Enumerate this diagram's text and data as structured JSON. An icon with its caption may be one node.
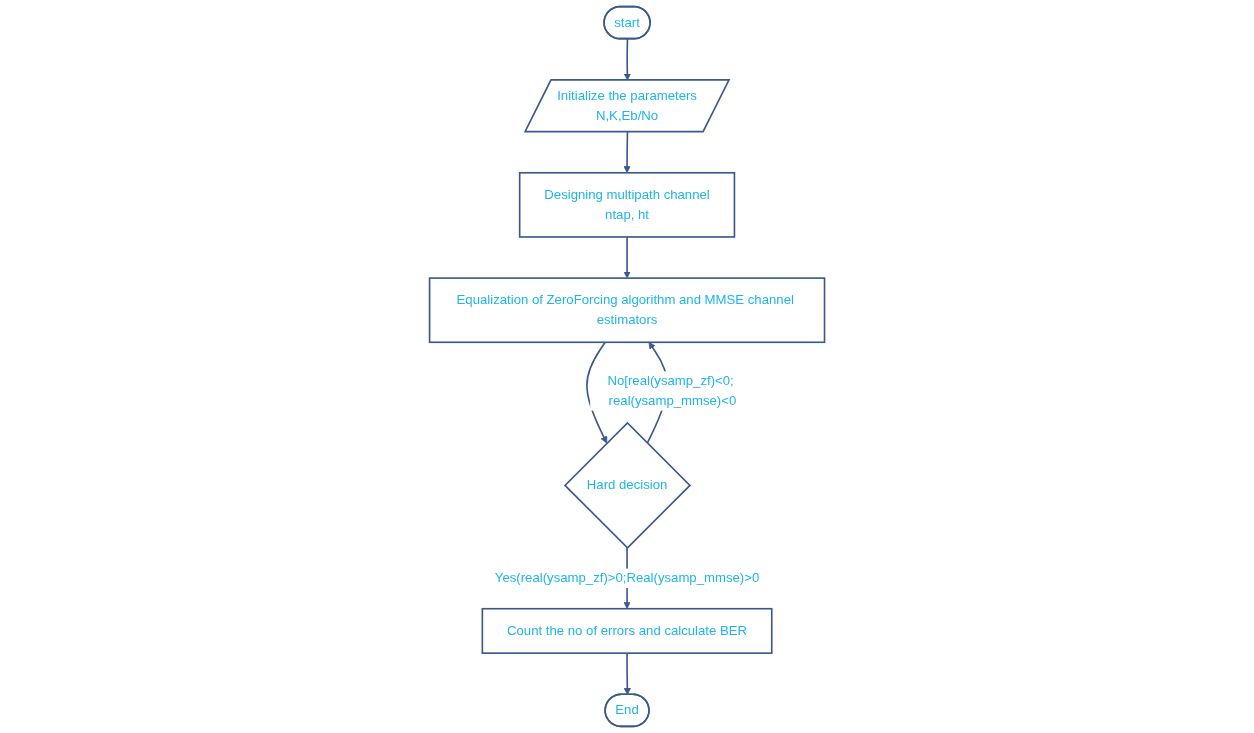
{
  "diagram": {
    "nodes": [
      {
        "text": [
          "start"
        ]
      },
      {
        "text": [
          "Initialize the parameters",
          "N,K,Eb/No"
        ]
      },
      {
        "text": [
          "Designing multipath channel",
          "ntap, ht"
        ]
      },
      {
        "text": [
          "Equalization of ZeroForcing algorithm and MMSE channel estimators"
        ]
      },
      {
        "text": [
          "Hard decision"
        ]
      },
      {
        "text": [
          "Count the no of errors and calculate BER"
        ]
      },
      {
        "text": [
          "End"
        ]
      }
    ],
    "edges": [
      {
        "from": 0,
        "to": 1,
        "arrow": "to"
      },
      {
        "from": 1,
        "to": 2,
        "arrow": "to"
      },
      {
        "from": 2,
        "to": 3,
        "arrow": "to"
      },
      {
        "from": 3,
        "to": 4,
        "arrow": "to"
      },
      {
        "from": 4,
        "to": 3,
        "arrow": "to",
        "label": "No[real(ysamp_zf)<0; real(ysamp_mmse)<0"
      },
      {
        "from": 4,
        "to": 5,
        "arrow": "to",
        "label": "Yes(real(ysamp_zf)>0;Real(ysamp_mmse)>0"
      },
      {
        "from": 5,
        "to": 6,
        "arrow": "to"
      }
    ]
  }
}
